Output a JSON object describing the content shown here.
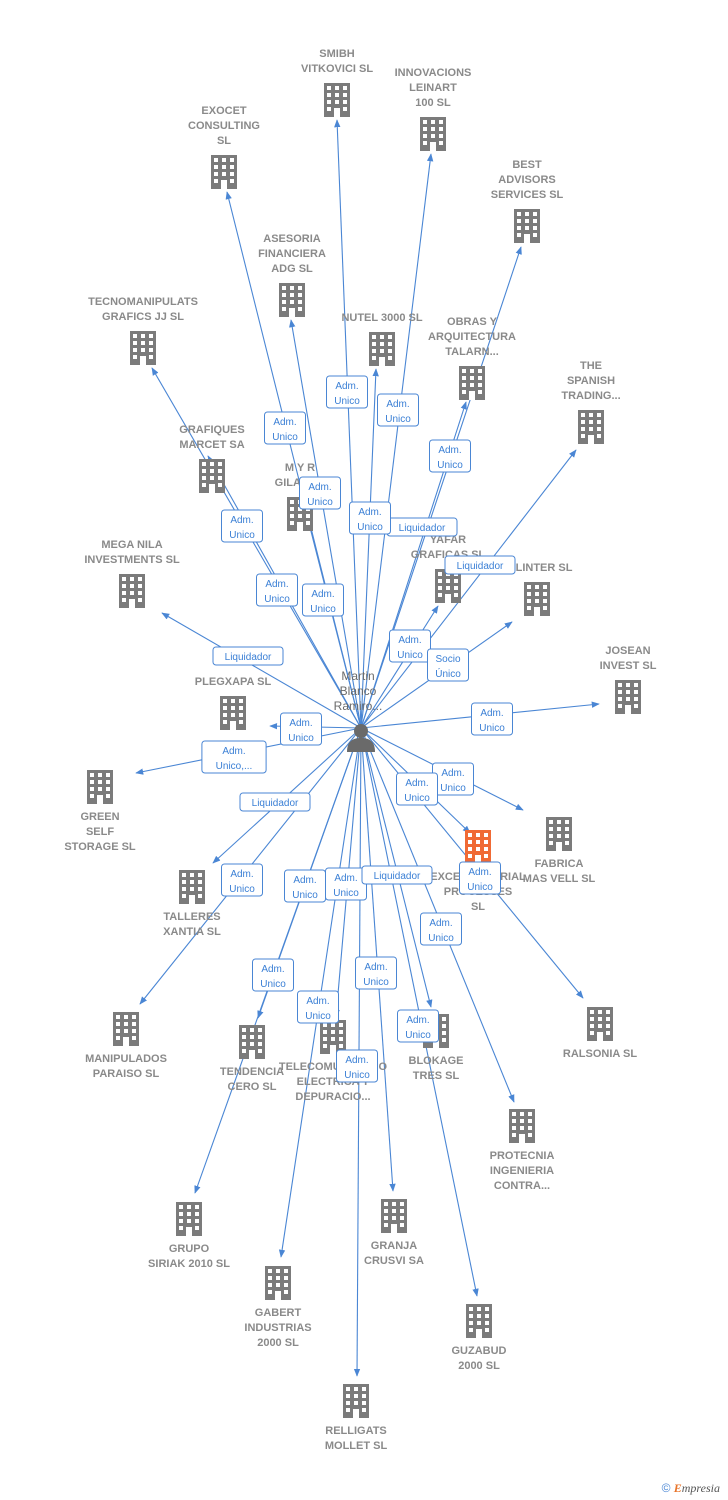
{
  "colors": {
    "edge": "#4a86d4",
    "building": "#7b7b7b",
    "highlight": "#f06a35",
    "label": "#8a8a8a",
    "person": "#6a6a6a"
  },
  "center": {
    "name_lines": [
      "Martin",
      "Blanco",
      "Ramiro..."
    ],
    "icon": "person-icon"
  },
  "companies": [
    {
      "id": "smibh",
      "lines": [
        "SMIBH",
        "VITKOVICI SL"
      ]
    },
    {
      "id": "innovacions",
      "lines": [
        "INNOVACIONS",
        "LEINART",
        "100 SL"
      ]
    },
    {
      "id": "exocet",
      "lines": [
        "EXOCET",
        "CONSULTING",
        "SL"
      ]
    },
    {
      "id": "best",
      "lines": [
        "BEST",
        "ADVISORS",
        "SERVICES SL"
      ]
    },
    {
      "id": "asesoria",
      "lines": [
        "ASESORIA",
        "FINANCIERA",
        "ADG SL"
      ]
    },
    {
      "id": "tecnomanipulats",
      "lines": [
        "TECNOMANIPULATS",
        "GRAFICS JJ SL"
      ]
    },
    {
      "id": "nutel",
      "lines": [
        "NUTEL 3000 SL"
      ]
    },
    {
      "id": "obras",
      "lines": [
        "OBRAS Y",
        "ARQUITECTURA",
        "TALARN..."
      ]
    },
    {
      "id": "spanish",
      "lines": [
        "THE",
        "SPANISH",
        "TRADING..."
      ]
    },
    {
      "id": "grafiques",
      "lines": [
        "GRAFIQUES",
        "MARCET SA"
      ]
    },
    {
      "id": "myr",
      "lines": [
        "M Y R",
        "GILABE..."
      ]
    },
    {
      "id": "yafar",
      "lines": [
        "YAFAR",
        "GRAFICAS SL"
      ]
    },
    {
      "id": "felinter",
      "lines": [
        "FELINTER SL"
      ]
    },
    {
      "id": "meganila",
      "lines": [
        "MEGA NILA",
        "INVESTMENTS SL"
      ]
    },
    {
      "id": "josean",
      "lines": [
        "JOSEAN",
        "INVEST SL"
      ]
    },
    {
      "id": "plegxapa",
      "lines": [
        "PLEGXAPA SL"
      ]
    },
    {
      "id": "green",
      "lines": [
        "GREEN",
        "SELF",
        "STORAGE SL"
      ]
    },
    {
      "id": "fabrica",
      "lines": [
        "FABRICA",
        "MAS VELL SL"
      ]
    },
    {
      "id": "excel",
      "lines": [
        "EXCEL MATERIAL",
        "PROCESSES",
        "SL"
      ],
      "highlight": true
    },
    {
      "id": "talleres",
      "lines": [
        "TALLERES",
        "XANTIA SL"
      ]
    },
    {
      "id": "manipulados",
      "lines": [
        "MANIPULADOS",
        "PARAISO SL"
      ]
    },
    {
      "id": "tendencia",
      "lines": [
        "TENDENCIA",
        "CERO SL"
      ]
    },
    {
      "id": "telecom",
      "lines": [
        "TELECOMUNICACIO",
        "ELECTRICA Y",
        "DEPURACIO..."
      ]
    },
    {
      "id": "blokage",
      "lines": [
        "BLOKAGE",
        "TRES SL"
      ]
    },
    {
      "id": "ralsonia",
      "lines": [
        "RALSONIA SL"
      ]
    },
    {
      "id": "protecnia",
      "lines": [
        "PROTECNIA",
        "INGENIERIA",
        "CONTRA..."
      ]
    },
    {
      "id": "siriak",
      "lines": [
        "GRUPO",
        "SIRIAK 2010 SL"
      ]
    },
    {
      "id": "granja",
      "lines": [
        "GRANJA",
        "CRUSVI SA"
      ]
    },
    {
      "id": "gabert",
      "lines": [
        "GABERT",
        "INDUSTRIAS",
        "2000 SL"
      ]
    },
    {
      "id": "guzabud",
      "lines": [
        "GUZABUD",
        "2000 SL"
      ]
    },
    {
      "id": "relligats",
      "lines": [
        "RELLIGATS",
        "MOLLET SL"
      ]
    }
  ],
  "edges": [
    {
      "to": "smibh",
      "lines": [
        "Adm.",
        "Unico"
      ]
    },
    {
      "to": "innovacions",
      "lines": [
        "Adm.",
        "Unico"
      ]
    },
    {
      "to": "exocet",
      "lines": [
        "Adm.",
        "Unico"
      ]
    },
    {
      "to": "best",
      "lines": [
        "Liquidador"
      ]
    },
    {
      "to": "asesoria",
      "lines": [
        "Adm.",
        "Unico"
      ]
    },
    {
      "to": "tecnomanipulats",
      "lines": [
        "Adm.",
        "Unico"
      ]
    },
    {
      "to": "nutel",
      "lines": [
        "Adm.",
        "Unico"
      ]
    },
    {
      "to": "obras",
      "lines": [
        "Adm.",
        "Unico"
      ]
    },
    {
      "to": "spanish",
      "lines": [
        "Liquidador"
      ]
    },
    {
      "to": "grafiques",
      "lines": [
        "Adm.",
        "Unico"
      ]
    },
    {
      "to": "myr",
      "lines": [
        "Adm.",
        "Unico"
      ]
    },
    {
      "to": "yafar",
      "lines": [
        "Adm.",
        "Unico"
      ]
    },
    {
      "to": "felinter",
      "lines": [
        "Socio",
        "Único"
      ]
    },
    {
      "to": "meganila",
      "lines": [
        "Liquidador"
      ]
    },
    {
      "to": "josean",
      "lines": [
        "Adm.",
        "Unico"
      ]
    },
    {
      "to": "plegxapa",
      "lines": [
        "Adm.",
        "Unico"
      ]
    },
    {
      "to": "green",
      "lines": [
        "Adm.",
        "Unico,..."
      ]
    },
    {
      "to": "fabrica",
      "lines": [
        "Adm.",
        "Unico"
      ]
    },
    {
      "to": "excel",
      "lines": [
        "Adm.",
        "Unico"
      ]
    },
    {
      "to": "talleres",
      "lines": [
        "Liquidador"
      ]
    },
    {
      "to": "manipulados",
      "lines": [
        "Adm.",
        "Unico"
      ]
    },
    {
      "to": "tendencia",
      "lines": [
        "Adm.",
        "Unico"
      ]
    },
    {
      "to": "telecom",
      "lines": [
        "Adm.",
        "Unico"
      ]
    },
    {
      "to": "blokage",
      "lines": [
        "Liquidador"
      ]
    },
    {
      "to": "ralsonia",
      "lines": [
        "Adm.",
        "Unico"
      ]
    },
    {
      "to": "protecnia",
      "lines": [
        "Adm.",
        "Unico"
      ]
    },
    {
      "to": "siriak",
      "lines": [
        "Adm.",
        "Unico"
      ]
    },
    {
      "to": "granja",
      "lines": [
        "Adm.",
        "Unico"
      ]
    },
    {
      "to": "gabert",
      "lines": [
        "Adm.",
        "Unico"
      ]
    },
    {
      "to": "guzabud",
      "lines": [
        "Adm.",
        "Unico"
      ]
    },
    {
      "to": "relligats",
      "lines": [
        "Adm.",
        "Unico"
      ]
    }
  ],
  "footer": {
    "copyright": "©",
    "brand_initial": "E",
    "brand_rest": "mpresia"
  }
}
